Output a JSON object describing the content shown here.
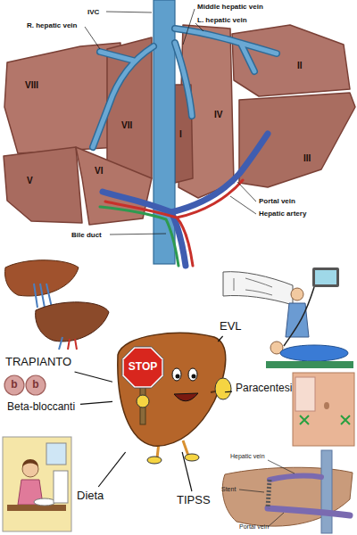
{
  "diagram": {
    "nodes": [
      {
        "text": [
          "EVL"
        ]
      },
      {
        "text": [
          "TRAPIANTO"
        ]
      },
      {
        "text": [
          "STOP"
        ]
      },
      {
        "text": [
          "Beta-bloccanti"
        ]
      },
      {
        "text": [
          "Paracentesi"
        ]
      },
      {
        "text": [
          "Dieta"
        ]
      },
      {
        "text": [
          "TIPSS"
        ]
      }
    ],
    "edges": [
      {
        "from": 2,
        "to": 0,
        "arrow": "none"
      },
      {
        "from": 2,
        "to": 1,
        "arrow": "none"
      },
      {
        "from": 2,
        "to": 3,
        "arrow": "none"
      },
      {
        "from": 2,
        "to": 4,
        "arrow": "none"
      },
      {
        "from": 2,
        "to": 5,
        "arrow": "none"
      },
      {
        "from": 2,
        "to": 6,
        "arrow": "none"
      }
    ],
    "labels": [
      "IVC",
      "Middle hepatic vein",
      "L. hepatic vein",
      "R. hepatic vein",
      "VIII",
      "II",
      "VII",
      "IV",
      "I",
      "III",
      "VI",
      "V",
      "Portal vein",
      "Hepatic artery",
      "Bile duct",
      "b",
      "b",
      "Hepatic vein",
      "Stent",
      "Portal vein"
    ]
  }
}
